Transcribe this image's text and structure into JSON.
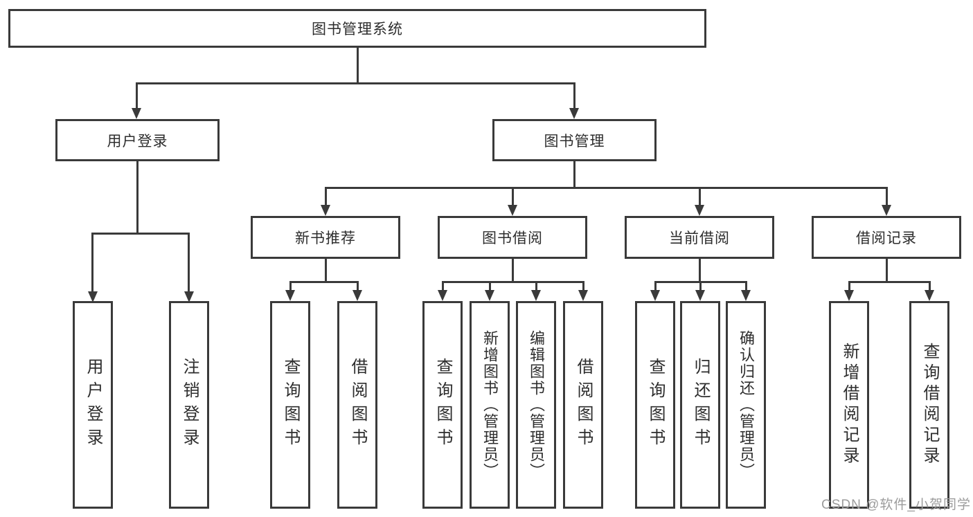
{
  "root": {
    "label": "图书管理系统"
  },
  "branches": [
    {
      "label": "用户登录",
      "children": [
        {
          "label": "用户登录"
        },
        {
          "label": "注销登录"
        }
      ]
    },
    {
      "label": "图书管理",
      "children": [
        {
          "label": "新书推荐",
          "children": [
            {
              "label": "查询图书"
            },
            {
              "label": "借阅图书"
            }
          ]
        },
        {
          "label": "图书借阅",
          "children": [
            {
              "label": "查询图书"
            },
            {
              "label": "新增图书（管理员）"
            },
            {
              "label": "编辑图书（管理员）"
            },
            {
              "label": "借阅图书"
            }
          ]
        },
        {
          "label": "当前借阅",
          "children": [
            {
              "label": "查询图书"
            },
            {
              "label": "归还图书"
            },
            {
              "label": "确认归还（管理员）"
            }
          ]
        },
        {
          "label": "借阅记录",
          "children": [
            {
              "label": "新增借阅记录"
            },
            {
              "label": "查询借阅记录"
            }
          ]
        }
      ]
    }
  ],
  "watermark": {
    "text": "CSDN @软件_小贺同学"
  },
  "colors": {
    "line": "#3a3a3a",
    "text": "#2d2d2d",
    "watermark": "#9c9c9c",
    "bg": "#ffffff"
  }
}
